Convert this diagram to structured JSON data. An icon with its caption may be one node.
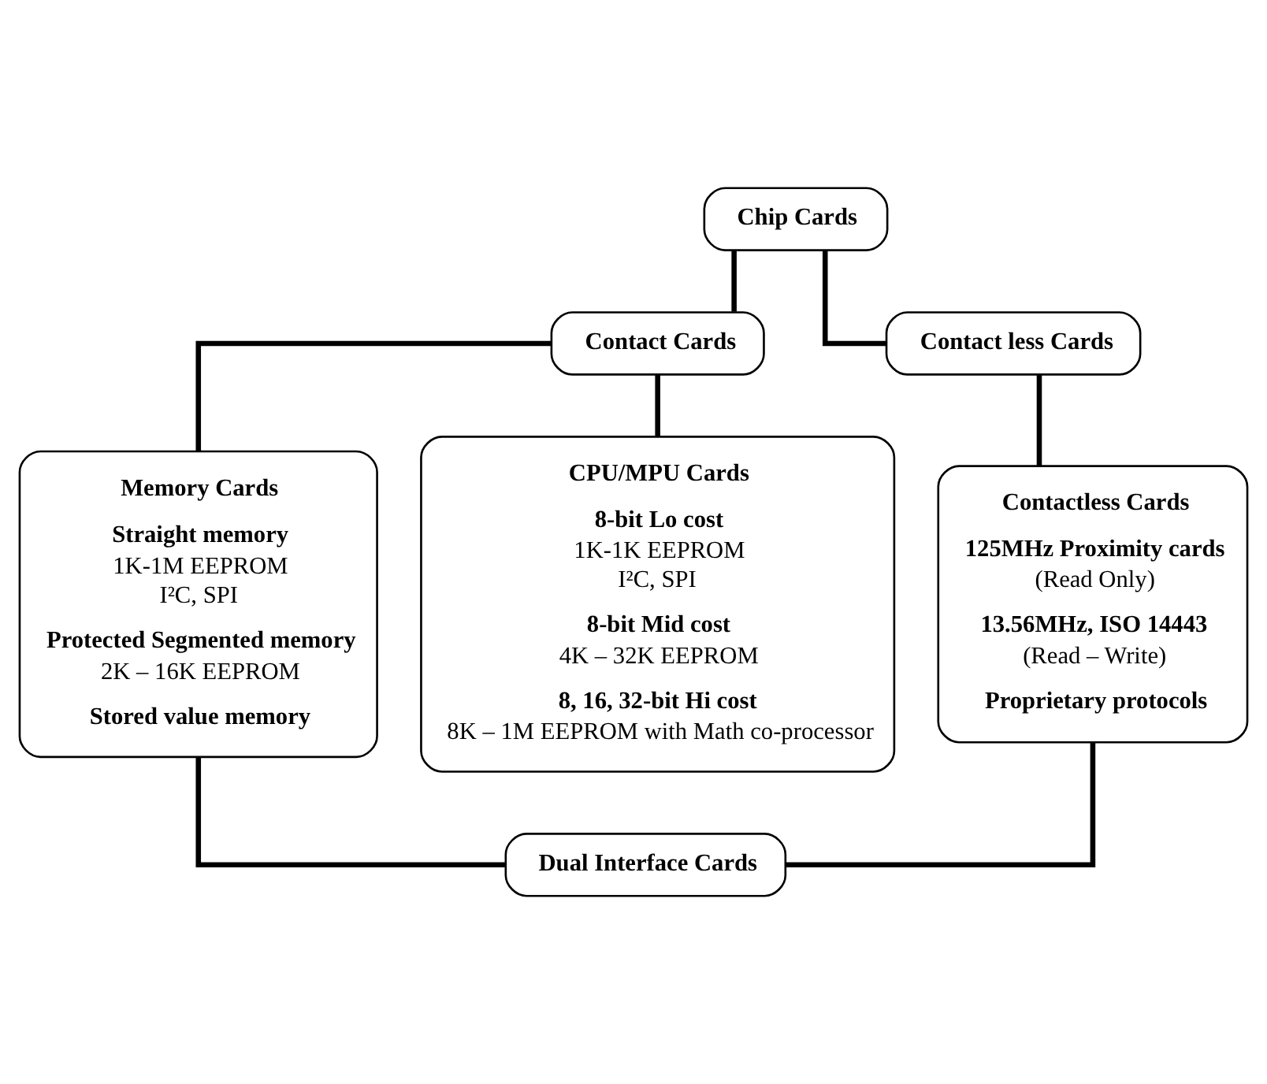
{
  "diagram": {
    "nodes": [
      {
        "text": [
          "Chip Cards"
        ]
      },
      {
        "text": [
          "Contact Cards"
        ]
      },
      {
        "text": [
          "Contact less Cards"
        ]
      },
      {
        "text": [
          "Memory Cards",
          "Straight memory",
          "1K-1M EEPROM",
          "I²C, SPI",
          "Protected Segmented memory",
          "2K – 16K EEPROM",
          "Stored value memory"
        ]
      },
      {
        "text": [
          "CPU/MPU Cards",
          "8-bit Lo cost",
          "1K-1K EEPROM",
          "I²C, SPI",
          "8-bit Mid cost",
          "4K – 32K EEPROM",
          "8, 16, 32-bit Hi cost",
          "8K – 1M EEPROM with Math co-processor"
        ]
      },
      {
        "text": [
          "Contactless Cards",
          "125MHz Proximity cards",
          "(Read Only)",
          "13.56MHz, ISO 14443",
          "(Read – Write)",
          "Proprietary protocols"
        ]
      },
      {
        "text": [
          "Dual Interface Cards"
        ]
      }
    ],
    "edges": [
      {
        "from": 0,
        "to": 1,
        "arrow": "none"
      },
      {
        "from": 0,
        "to": 2,
        "arrow": "none"
      },
      {
        "from": 1,
        "to": 3,
        "arrow": "none"
      },
      {
        "from": 1,
        "to": 4,
        "arrow": "none"
      },
      {
        "from": 2,
        "to": 5,
        "arrow": "none"
      },
      {
        "from": 3,
        "to": 6,
        "arrow": "none"
      },
      {
        "from": 5,
        "to": 6,
        "arrow": "none"
      }
    ]
  }
}
